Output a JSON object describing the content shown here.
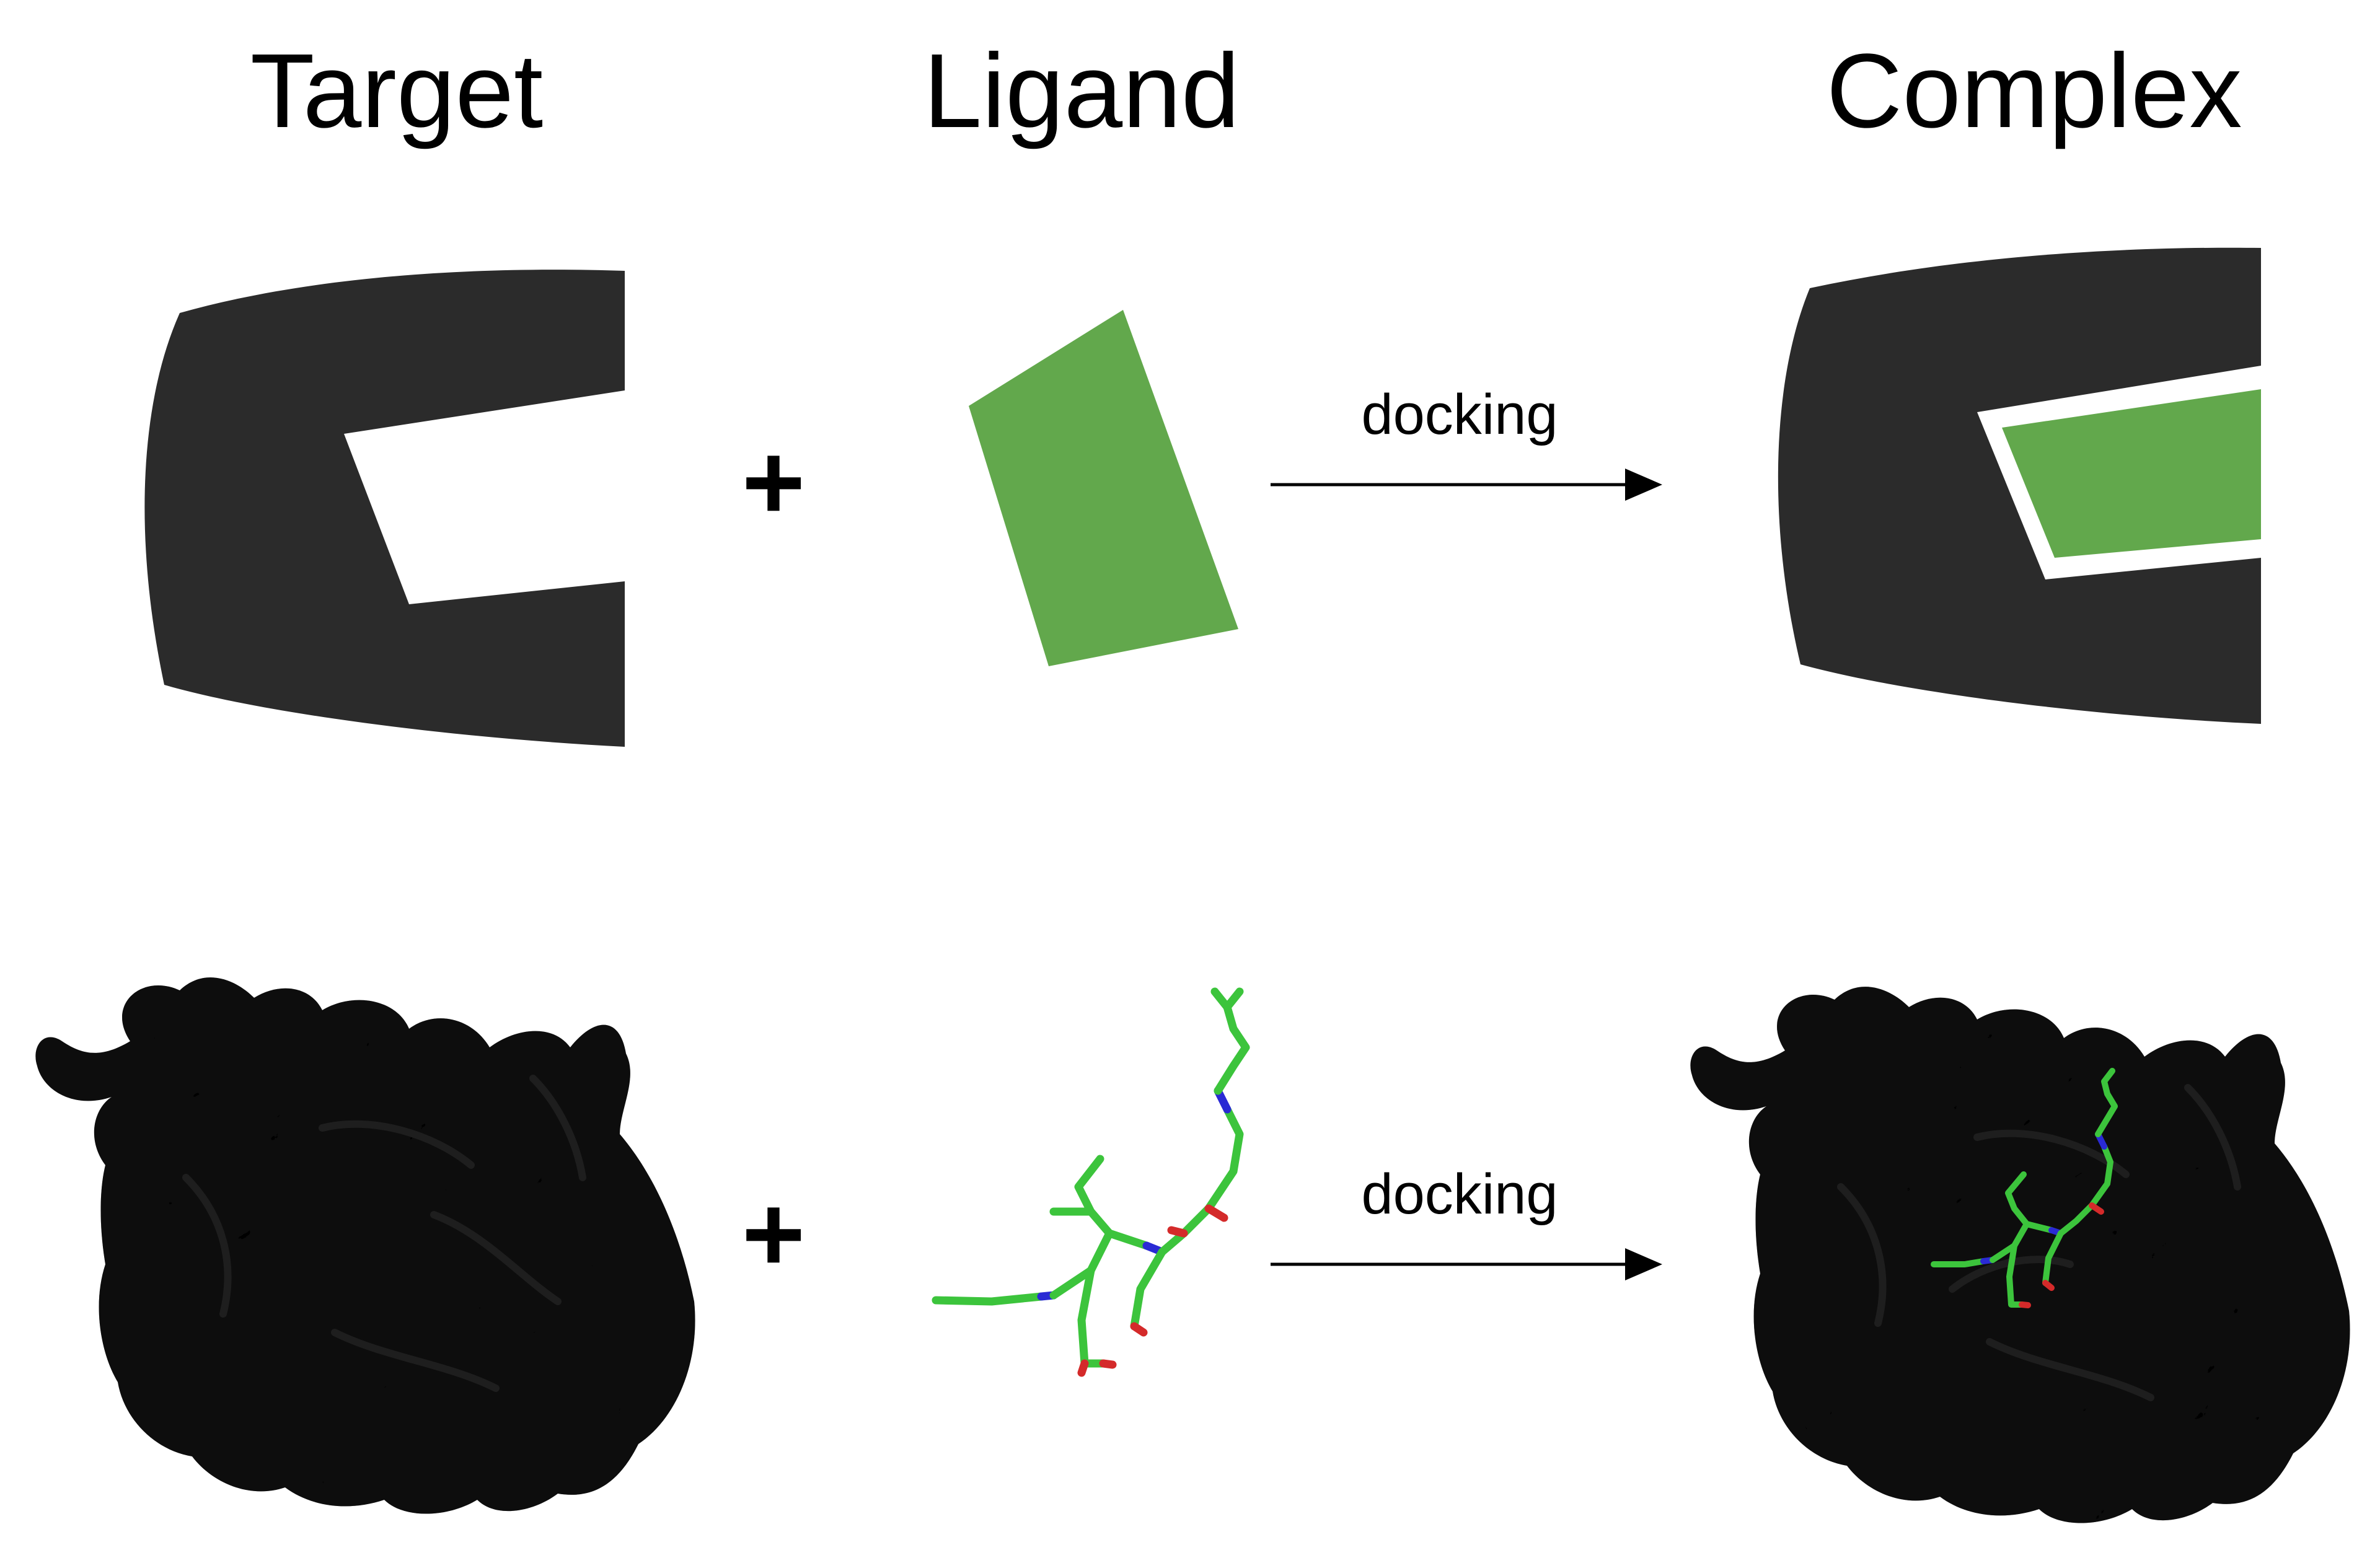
{
  "headings": {
    "target": "Target",
    "ligand": "Ligand",
    "complex": "Complex"
  },
  "schematic_row": {
    "operator": "+",
    "arrow_label": "docking"
  },
  "molecular_row": {
    "operator": "+",
    "arrow_label": "docking"
  },
  "colors": {
    "target": "#2b2b2b",
    "ligand": "#62a84c",
    "surface": "#3c3c3c",
    "surface_shadow": "#1e1e1e",
    "stick_green": "#3cc43c",
    "stick_red": "#d42a2a",
    "stick_blue": "#2a2ad4"
  }
}
